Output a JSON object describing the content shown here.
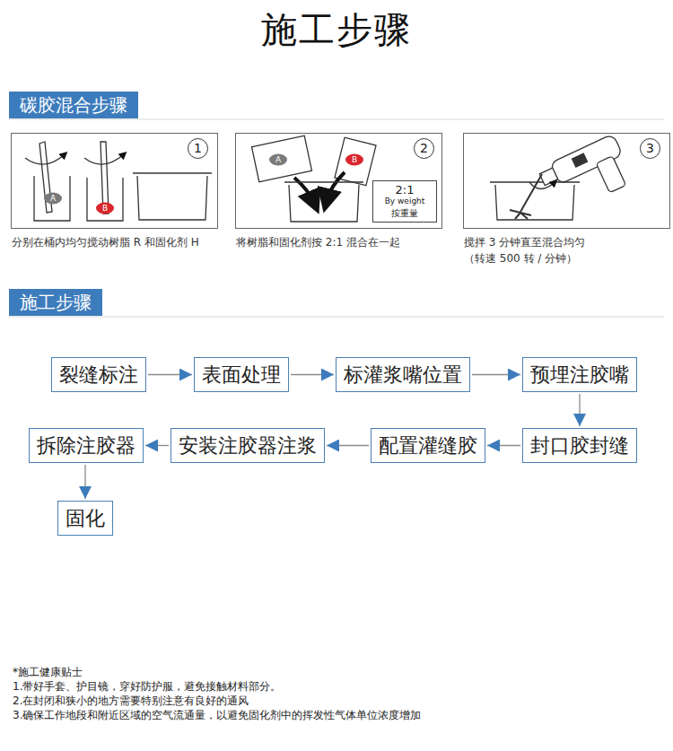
{
  "diagram": {
    "title": "施工步骤",
    "nodes": [
      {
        "text": [
          "碳胶混合步骤"
        ]
      },
      {
        "text": [
          "分别在桶内均匀搅动树脂 R 和固化剂 H"
        ]
      },
      {
        "text": [
          "1"
        ],
        "in": 1
      },
      {
        "text": [
          "将树脂和固化剂按 2:1 混合在一起"
        ]
      },
      {
        "text": [
          "2"
        ],
        "in": 3
      },
      {
        "text": [
          "2:1",
          "By weight",
          "按重量"
        ],
        "in": 3
      },
      {
        "text": [
          "搅拌 3 分钟直至混合均匀 （转速 500 转 / 分钟）"
        ]
      },
      {
        "text": [
          "3"
        ],
        "in": 6
      },
      {
        "text": [
          "施工步骤"
        ]
      },
      {
        "text": [
          "裂缝标注"
        ]
      },
      {
        "text": [
          "表面处理"
        ]
      },
      {
        "text": [
          "标灌浆嘴位置"
        ]
      },
      {
        "text": [
          "预埋注胶嘴"
        ]
      },
      {
        "text": [
          "封口胶封缝"
        ]
      },
      {
        "text": [
          "配置灌缝胶"
        ]
      },
      {
        "text": [
          "安装注胶器注浆"
        ]
      },
      {
        "text": [
          "拆除注胶器"
        ]
      },
      {
        "text": [
          "固化"
        ]
      }
    ],
    "edges": [
      {
        "from": 9,
        "to": 10,
        "arrow": "to"
      },
      {
        "from": 10,
        "to": 11,
        "arrow": "to"
      },
      {
        "from": 11,
        "to": 12,
        "arrow": "to"
      },
      {
        "from": 12,
        "to": 13,
        "arrow": "to"
      },
      {
        "from": 13,
        "to": 14,
        "arrow": "to"
      },
      {
        "from": 14,
        "to": 15,
        "arrow": "to"
      },
      {
        "from": 15,
        "to": 16,
        "arrow": "to"
      },
      {
        "from": 16,
        "to": 17,
        "arrow": "to"
      }
    ],
    "labels": [
      "A",
      "B",
      "A",
      "B",
      "*施工健康贴士",
      "1.带好手套、护目镜，穿好防护服，避免接触材料部分。",
      "2.在封闭和狭小的地方需要特别注意有良好的通风",
      "3.确保工作地段和附近区域的空气流通量，以避免固化剂中的挥发性气体单位浓度增加"
    ]
  }
}
